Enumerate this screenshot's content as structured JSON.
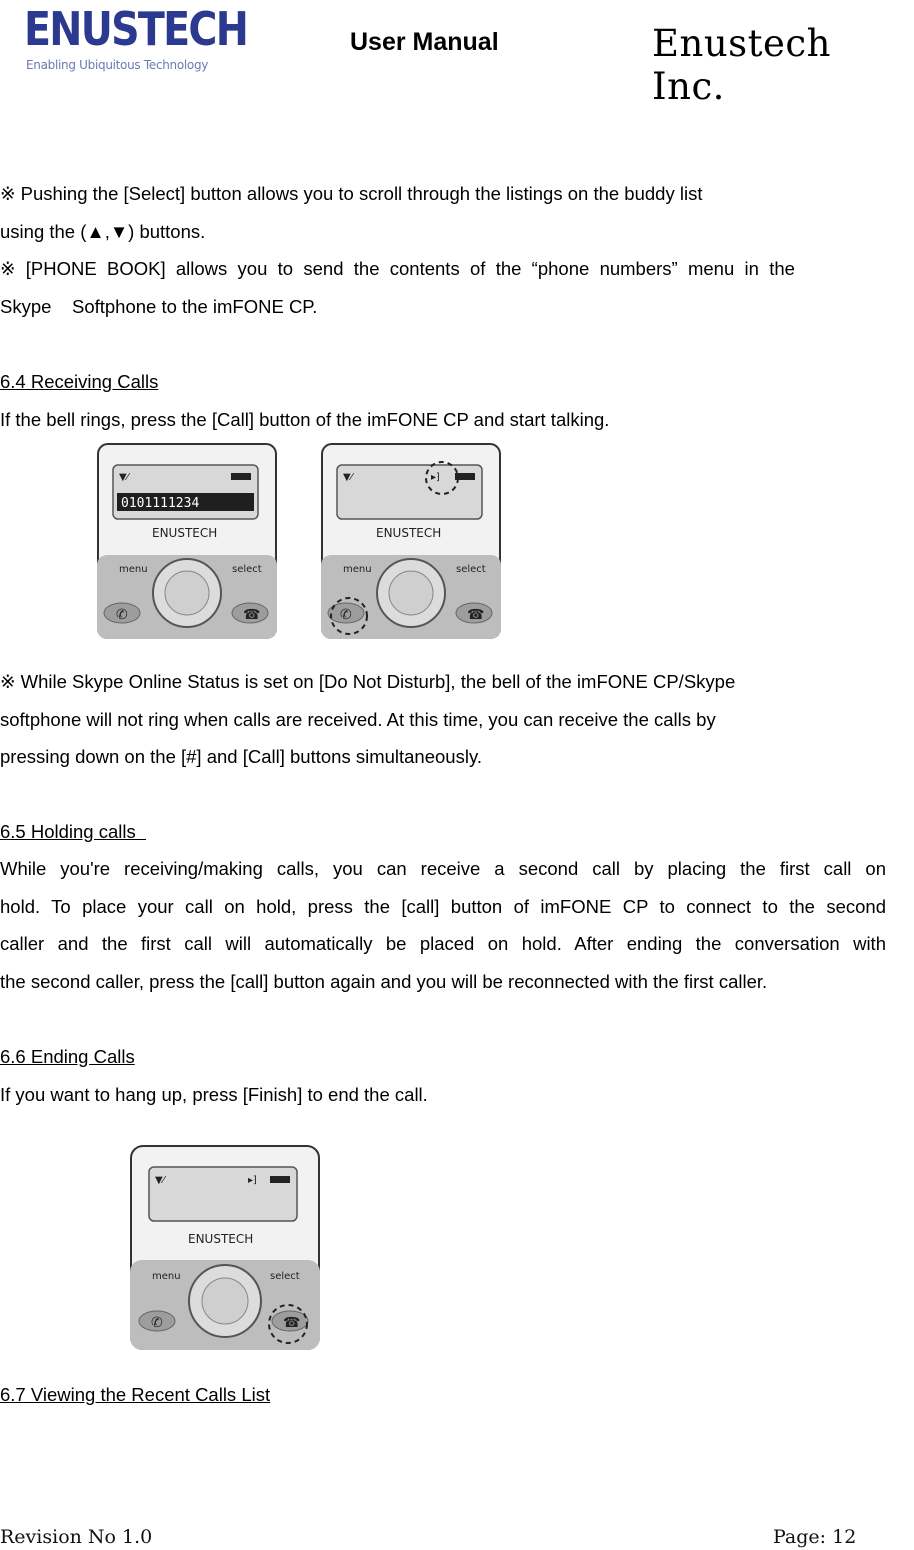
{
  "header": {
    "logo_text": "ENUSTECH",
    "logo_tagline": "Enabling Ubiquitous Technology",
    "title": "User Manual",
    "company": "Enustech Inc."
  },
  "body": {
    "note1_line1": "※  Pushing the [Select] button allows you to scroll through the listings on the buddy list",
    "note1_line2": "using the (▲,▼) buttons.",
    "note2_line1": "※  [PHONE  BOOK]  allows  you  to  send  the  contents  of  the  “phone  numbers”  menu  in  the",
    "note2_line2": "Skype    Softphone to the imFONE CP.",
    "s64_heading": "6.4 Receiving Calls",
    "s64_text": "If the bell rings, press the [Call] button of the imFONE CP and start talking.",
    "note3_line1": "※  While Skype Online Status is set on [Do Not Disturb], the bell of the imFONE CP/Skype",
    "note3_line2": "softphone will not ring when calls are received. At this time, you can receive the calls by",
    "note3_line3": "pressing down on the [#] and [Call] buttons simultaneously.",
    "s65_heading": "6.5 Holding calls  ",
    "s65_line1": "While you're receiving/making calls, you can receive a second call by placing the first call on",
    "s65_line2": "hold. To place your call on hold, press the [call] button of imFONE CP to connect to the second",
    "s65_line3": "caller and the first call will automatically be placed on hold. After ending the conversation with",
    "s65_line4": "the second caller, press the [call] button again and you will be reconnected with the first caller.",
    "s66_heading": "6.6 Ending Calls",
    "s66_text": "If you want to hang up, press [Finish] to end the call.",
    "s67_heading": "6.7 Viewing the Recent Calls List"
  },
  "phones": [
    {
      "screen_text": "0101111234",
      "brand": "ENUSTECH",
      "menu_label": "menu",
      "select_label": "select"
    },
    {
      "screen_text": "",
      "brand": "ENUSTECH",
      "menu_label": "menu",
      "select_label": "select"
    },
    {
      "screen_text": "",
      "brand": "ENUSTECH",
      "menu_label": "menu",
      "select_label": "select"
    }
  ],
  "footer": {
    "revision": "Revision No 1.0",
    "page": "Page: 12"
  }
}
